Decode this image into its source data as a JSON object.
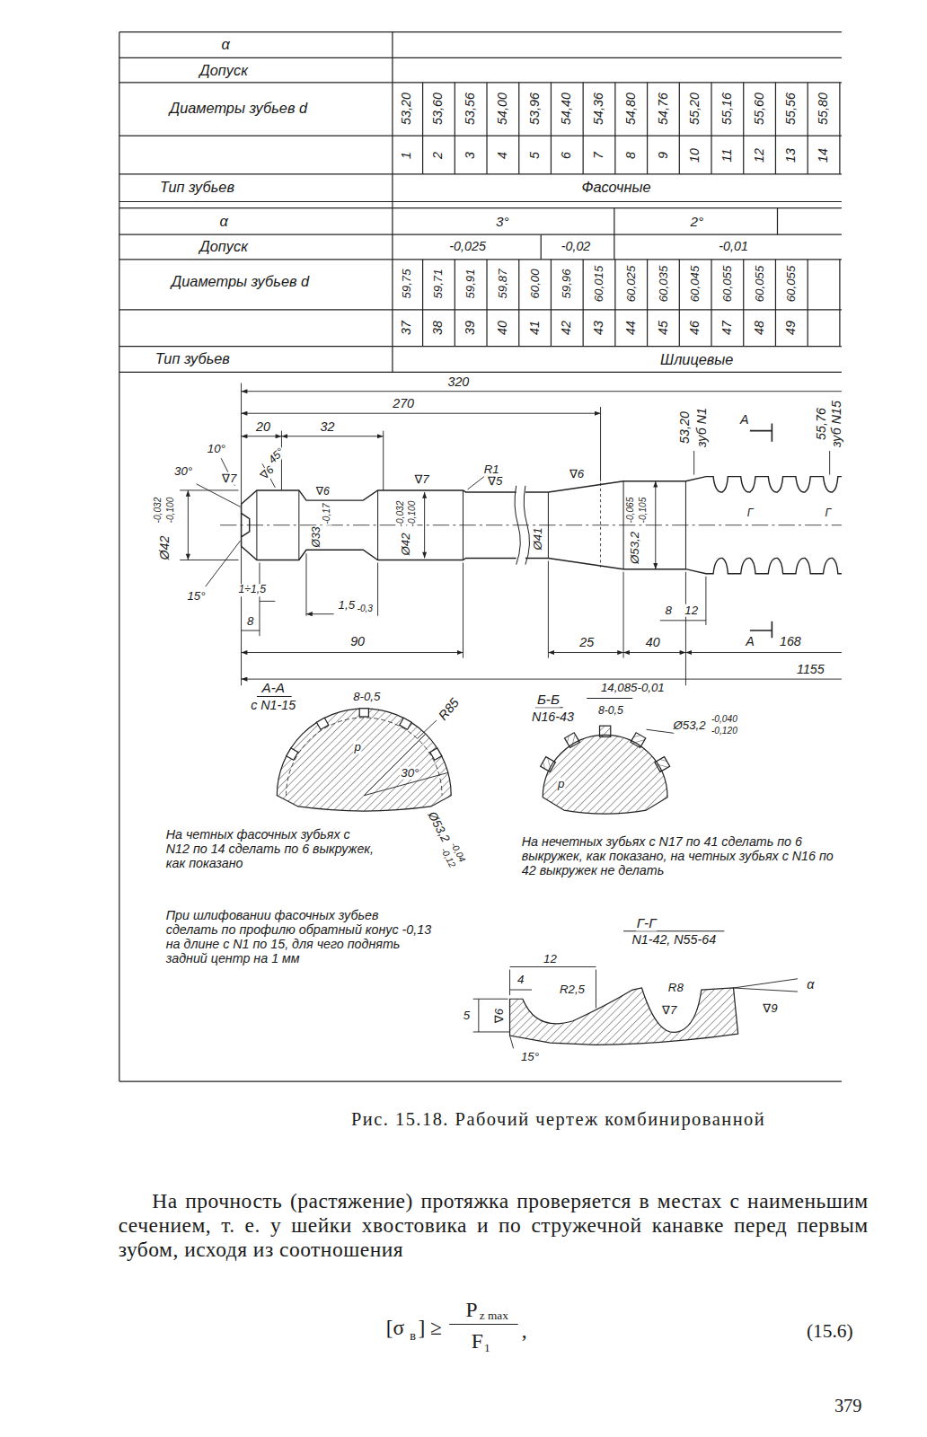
{
  "diagram": {
    "caption": "Рис. 15.18. Рабочий чертеж комбинированной",
    "labels": [
      "α",
      "Допуск",
      "Диаметры зубьев d",
      "53,20",
      "53,60",
      "53,56",
      "54,00",
      "53,96",
      "54,40",
      "54,36",
      "54,80",
      "54,76",
      "55,20",
      "55,16",
      "55,60",
      "55,56",
      "55,80",
      "1",
      "2",
      "3",
      "4",
      "5",
      "6",
      "7",
      "8",
      "9",
      "10",
      "11",
      "12",
      "13",
      "14",
      "Тип зубьев",
      "Фасочные",
      "α",
      "3°",
      "2°",
      "Допуск",
      "-0,025",
      "-0,02",
      "-0,01",
      "Диаметры зубьев d",
      "59,75",
      "59,71",
      "59,91",
      "59,87",
      "60,00",
      "59,96",
      "60,015",
      "60,025",
      "60,035",
      "60,045",
      "60,055",
      "60,055",
      "60,055",
      "37",
      "38",
      "39",
      "40",
      "41",
      "42",
      "43",
      "44",
      "45",
      "46",
      "47",
      "48",
      "49",
      "Тип зубьев",
      "Шлицевые",
      "320",
      "270",
      "20",
      "32",
      "10°",
      "45°",
      "30°",
      "∇7",
      "∇6",
      "R1",
      "∇7",
      "∇5",
      "∇6",
      "∇6",
      "53,20",
      "зуб N1",
      "А",
      "55,76",
      "зуб N15",
      "Ø42",
      "-0,032",
      "-0,100",
      "Ø33",
      "-0,17",
      "Ø42",
      "-0,032",
      "-0,100",
      "Ø41",
      "Ø53,2",
      "-0,065",
      "-0,105",
      "Г",
      "Г",
      "15°",
      "1÷1,5",
      "1,5",
      "-0,3",
      "8",
      "8",
      "12",
      "А",
      "90",
      "25",
      "40",
      "168",
      "1155",
      "А-А",
      "с N1-15",
      "8-0,5",
      "R85",
      "р",
      "30°",
      "Ø53,2",
      "-0,04",
      "-0,12",
      "На четных фасочных зубьях с N12 по 14 сделать по 6 выкружек, как показано",
      "При шлифовании фасочных зубьев сделать по профилю обратный конус -0,13 на длине с N1 по 15, для чего поднять задний центр на 1 мм",
      "14,085-0,01",
      "Б-Б",
      "N16-43",
      "8-0,5",
      "Ø53,2",
      "-0,040",
      "-0,120",
      "р",
      "На нечетных зубьях с N17 по 41 сделать по 6 выкружек, как показано, на четных зубьях с N16 по 42 выкружек не делать",
      "Г-Г",
      "N1-42, N55-64",
      "α",
      "∇9",
      "12",
      "4",
      "R2,5",
      "R8",
      "∇7",
      "∇6",
      "5",
      "15°",
      "На прочность (растяжение) протяжка проверяется в местах с наименьшим сечением, т. е. у шейки хвостовика и по стружечной канавке перед первым зубом, исходя из соотношения",
      "[σ",
      "в",
      "] ≥",
      "P",
      "z max",
      "F",
      "1",
      ",",
      "(15.6)",
      "379"
    ]
  }
}
